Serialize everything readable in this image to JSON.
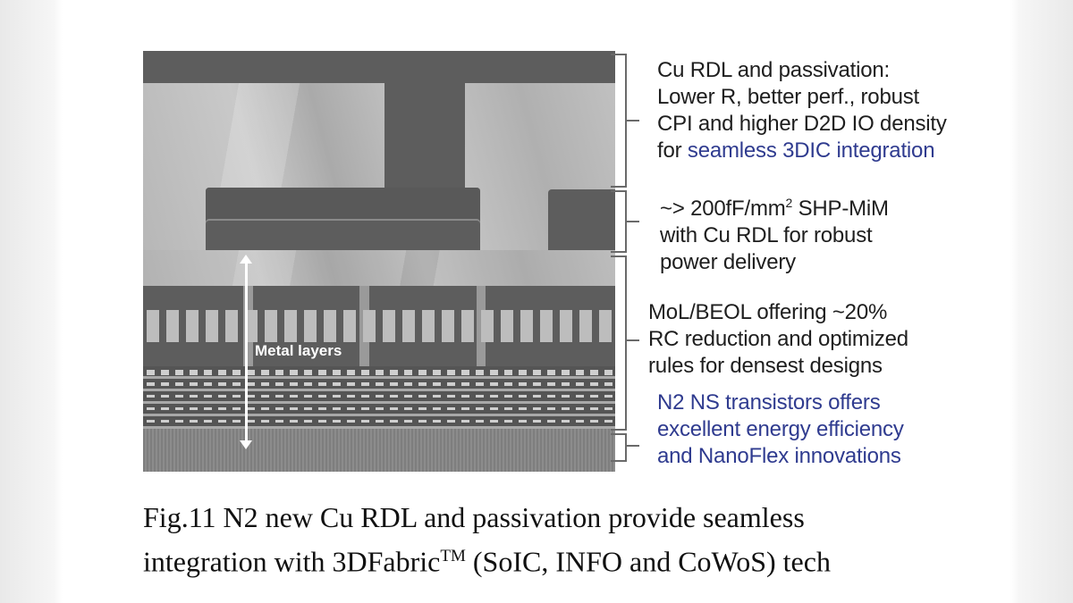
{
  "figure": {
    "image_label": "Metal layers",
    "annotations": [
      {
        "lines": [
          "Cu RDL and passivation:",
          "Lower R, better perf., robust",
          "CPI and higher D2D IO density"
        ],
        "last_prefix": "for ",
        "last_highlight": "seamless 3DIC integration"
      },
      {
        "line1_pre": "~> 200fF/mm",
        "line1_sup": "2",
        "line1_post": " SHP-MiM",
        "lines": [
          "with Cu RDL for robust",
          "power delivery"
        ]
      },
      {
        "lines": [
          "MoL/BEOL offering ~20%",
          "RC reduction and optimized",
          "rules for densest designs"
        ]
      },
      {
        "lines": [
          "N2 NS transistors offers",
          "excellent energy efficiency",
          "and NanoFlex innovations"
        ]
      }
    ],
    "colors": {
      "highlight": "#2f3b8f",
      "text": "#1e1e1e"
    },
    "caption": {
      "line1": "Fig.11  N2 new Cu RDL and passivation provide seamless",
      "line2_pre": "integration with 3DFabric",
      "line2_sup": "TM",
      "line2_post": " (SoIC, INFO and CoWoS) tech"
    }
  }
}
